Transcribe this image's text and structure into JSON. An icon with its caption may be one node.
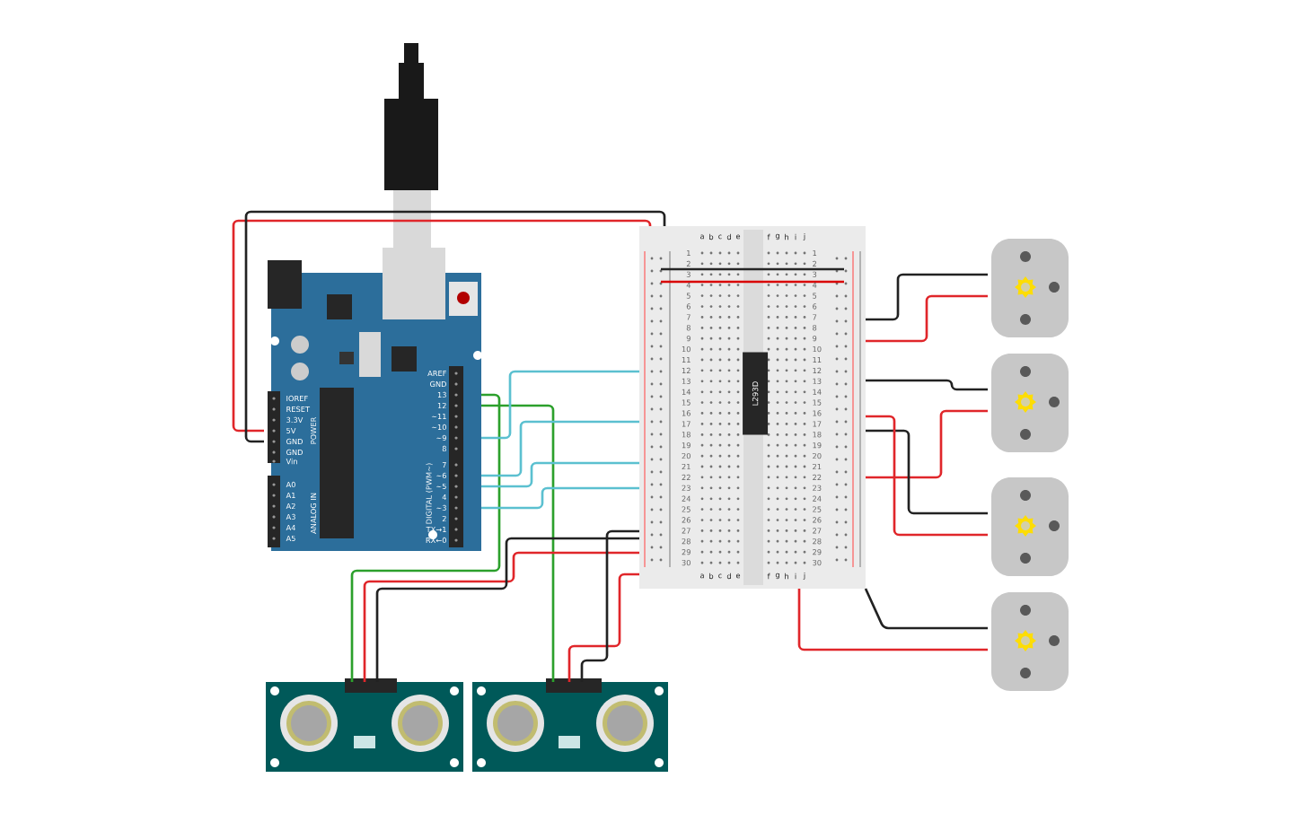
{
  "diagram": {
    "nodes": [
      {
        "text": [],
        "shape": "picture"
      },
      {
        "text": [],
        "shape": "picture"
      },
      {
        "text": [
          "L293D"
        ],
        "in": 1
      },
      {
        "text": [],
        "shape": "picture"
      },
      {
        "text": [],
        "shape": "picture"
      },
      {
        "text": [],
        "shape": "picture"
      },
      {
        "text": [],
        "shape": "picture"
      },
      {
        "text": [],
        "shape": "picture"
      },
      {
        "text": [],
        "shape": "picture"
      }
    ],
    "edges": [
      {
        "from": 0,
        "to": 1,
        "arrow": "none",
        "color": "#e0262a"
      },
      {
        "from": 0,
        "to": 1,
        "arrow": "none",
        "color": "#222222"
      },
      {
        "from": 0,
        "to": 7,
        "arrow": "none",
        "color": "#2ca02c"
      },
      {
        "from": 0,
        "to": 8,
        "arrow": "none",
        "color": "#2ca02c"
      },
      {
        "from": 0,
        "to": 1,
        "arrow": "none",
        "color": "#5bc0d0"
      },
      {
        "from": 0,
        "to": 1,
        "arrow": "none",
        "color": "#5bc0d0"
      },
      {
        "from": 0,
        "to": 1,
        "arrow": "none",
        "color": "#5bc0d0"
      },
      {
        "from": 0,
        "to": 1,
        "arrow": "none",
        "color": "#5bc0d0"
      },
      {
        "from": 1,
        "to": 3,
        "arrow": "none",
        "color": "#222222"
      },
      {
        "from": 1,
        "to": 3,
        "arrow": "none",
        "color": "#e0262a"
      },
      {
        "from": 1,
        "to": 4,
        "arrow": "none",
        "color": "#222222"
      },
      {
        "from": 1,
        "to": 4,
        "arrow": "none",
        "color": "#e0262a"
      },
      {
        "from": 1,
        "to": 5,
        "arrow": "none",
        "color": "#222222"
      },
      {
        "from": 1,
        "to": 5,
        "arrow": "none",
        "color": "#e0262a"
      },
      {
        "from": 1,
        "to": 6,
        "arrow": "none",
        "color": "#222222"
      },
      {
        "from": 1,
        "to": 6,
        "arrow": "none",
        "color": "#e0262a"
      },
      {
        "from": 1,
        "to": 7,
        "arrow": "none",
        "color": "#e0262a"
      },
      {
        "from": 1,
        "to": 7,
        "arrow": "none",
        "color": "#222222"
      },
      {
        "from": 1,
        "to": 8,
        "arrow": "none",
        "color": "#e0262a"
      },
      {
        "from": 1,
        "to": 8,
        "arrow": "none",
        "color": "#222222"
      }
    ],
    "labels": [
      "AREF",
      "GND",
      "13",
      "12",
      "~11",
      "~10",
      "~9",
      "8",
      "7",
      "~6",
      "~5",
      "4",
      "~3",
      "2",
      "TX→1",
      "RX←0",
      "IOREF",
      "RESET",
      "3.3V",
      "5V",
      "GND",
      "GND",
      "Vin",
      "A0",
      "A1",
      "A2",
      "A3",
      "A4",
      "A5",
      "DIGITAL (PWM~)",
      "POWER",
      "ANALOG IN",
      "a",
      "b",
      "c",
      "d",
      "e",
      "f",
      "g",
      "h",
      "i",
      "j",
      "1",
      "2",
      "3",
      "4",
      "5",
      "6",
      "7",
      "8",
      "9",
      "10",
      "11",
      "12",
      "13",
      "14",
      "15",
      "16",
      "17",
      "18",
      "19",
      "20",
      "21",
      "22",
      "23",
      "24",
      "25",
      "26",
      "27",
      "28",
      "29",
      "30",
      "1",
      "2",
      "3",
      "4",
      "5",
      "6",
      "7",
      "8",
      "9",
      "10",
      "11",
      "12",
      "13",
      "14",
      "15",
      "16",
      "17",
      "18",
      "19",
      "20",
      "21",
      "22",
      "23",
      "24",
      "25",
      "26",
      "27",
      "28",
      "29",
      "30",
      "a",
      "b",
      "c",
      "d",
      "e",
      "f",
      "g",
      "h",
      "i",
      "j"
    ]
  }
}
